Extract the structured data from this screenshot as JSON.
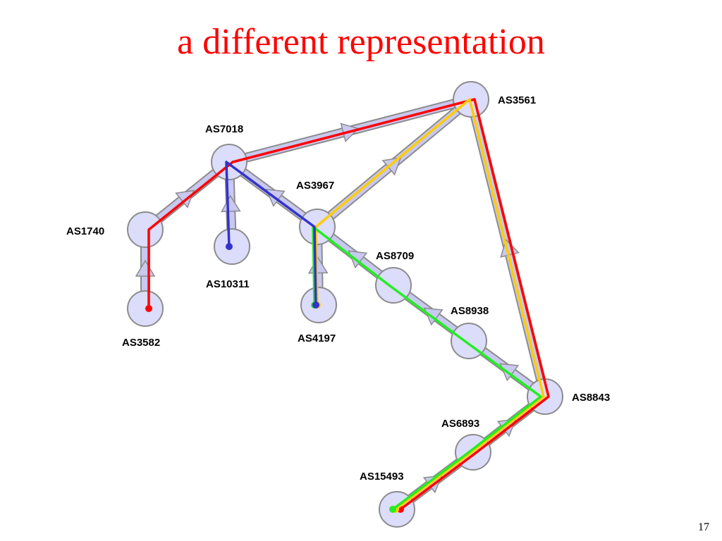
{
  "title": "a different representation",
  "page_number": "17",
  "colors": {
    "title": "#ff0000",
    "node_fill": "#dcdcfb",
    "node_stroke": "#8c8c8c",
    "link": "#c8c8f0",
    "red_path": "#ff0000",
    "yellow_path": "#ffcc00",
    "green_path": "#22ee22",
    "blue_path": "#3333cc"
  },
  "nodes": [
    {
      "id": "AS3561",
      "label": "AS3561"
    },
    {
      "id": "AS7018",
      "label": "AS7018"
    },
    {
      "id": "AS3967",
      "label": "AS3967"
    },
    {
      "id": "AS1740",
      "label": "AS1740"
    },
    {
      "id": "AS10311",
      "label": "AS10311"
    },
    {
      "id": "AS4197",
      "label": "AS4197"
    },
    {
      "id": "AS3582",
      "label": "AS3582"
    },
    {
      "id": "AS8709",
      "label": "AS8709"
    },
    {
      "id": "AS8938",
      "label": "AS8938"
    },
    {
      "id": "AS8843",
      "label": "AS8843"
    },
    {
      "id": "AS6893",
      "label": "AS6893"
    },
    {
      "id": "AS15493",
      "label": "AS15493"
    }
  ],
  "links": [
    {
      "from": "AS7018",
      "to": "AS3561"
    },
    {
      "from": "AS3967",
      "to": "AS3561"
    },
    {
      "from": "AS8843",
      "to": "AS3561"
    },
    {
      "from": "AS1740",
      "to": "AS7018"
    },
    {
      "from": "AS10311",
      "to": "AS7018"
    },
    {
      "from": "AS3967",
      "to": "AS7018"
    },
    {
      "from": "AS3582",
      "to": "AS1740"
    },
    {
      "from": "AS4197",
      "to": "AS3967"
    },
    {
      "from": "AS8709",
      "to": "AS3967"
    },
    {
      "from": "AS8938",
      "to": "AS8709"
    },
    {
      "from": "AS8843",
      "to": "AS8938"
    },
    {
      "from": "AS6893",
      "to": "AS8843"
    },
    {
      "from": "AS15493",
      "to": "AS6893"
    }
  ],
  "paths": [
    {
      "color": "red",
      "route": [
        "AS3582",
        "AS1740",
        "AS7018",
        "AS3561",
        "AS8843",
        "AS6893",
        "AS15493"
      ]
    },
    {
      "color": "yellow",
      "route": [
        "AS4197",
        "AS3967",
        "AS3561",
        "AS8843",
        "AS6893",
        "AS15493"
      ]
    },
    {
      "color": "green",
      "route": [
        "AS4197",
        "AS3967",
        "AS8709",
        "AS8938",
        "AS8843",
        "AS6893",
        "AS15493"
      ]
    },
    {
      "color": "blue",
      "route": [
        "AS4197",
        "AS3967",
        "AS7018",
        "AS10311"
      ]
    }
  ]
}
